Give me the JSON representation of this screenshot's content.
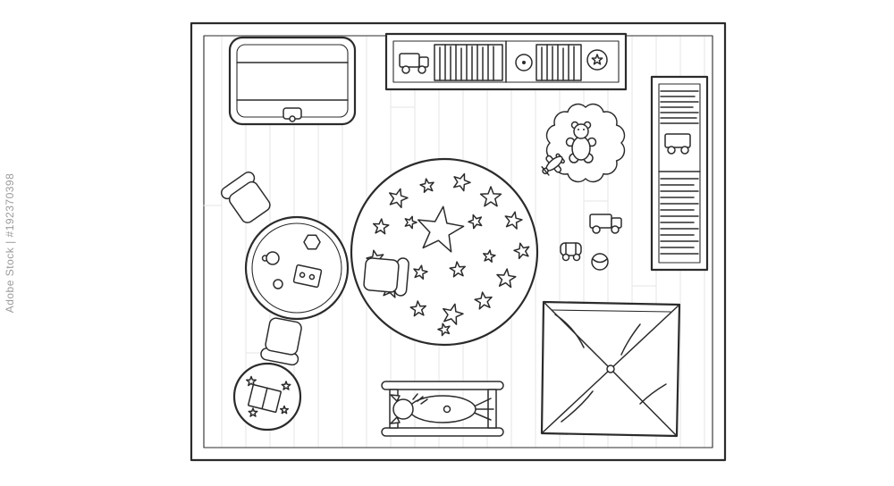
{
  "watermark": {
    "text": "Adobe Stock | #192370398"
  },
  "palette": {
    "background": "#ffffff",
    "line": "#2b2b2b",
    "floor_line": "#e6e6e6",
    "watermark": "#9b9b9b"
  },
  "plan": {
    "furniture": [
      "toy-chest",
      "wall-bookshelf",
      "books",
      "toy-truck",
      "record-toy",
      "ball",
      "side-bookshelf",
      "flower-rug",
      "teddy-bear",
      "toy-plane",
      "toy-car",
      "star-rug",
      "stars",
      "round-table",
      "chairs",
      "tea-set",
      "pouf",
      "open-book",
      "rocking-horse",
      "play-tent"
    ]
  }
}
